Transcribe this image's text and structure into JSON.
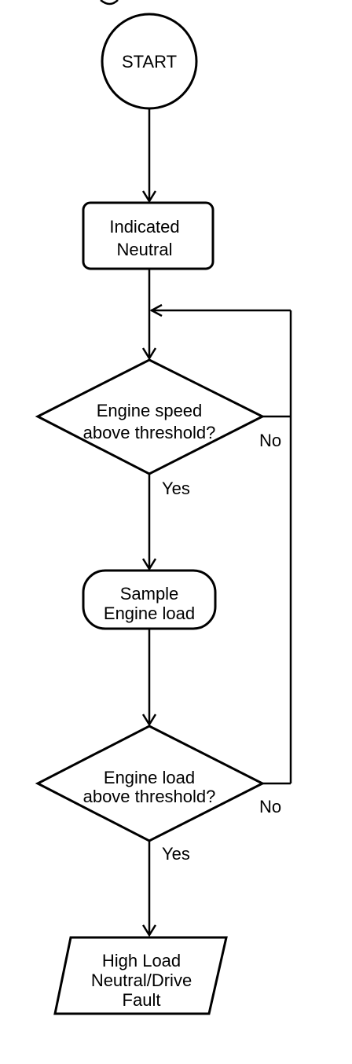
{
  "flowchart": {
    "start": {
      "label": "START"
    },
    "indicated": {
      "line1": "Indicated",
      "line2": "Neutral"
    },
    "speed_check": {
      "line1": "Engine speed",
      "line2": "above threshold?",
      "yes": "Yes",
      "no": "No"
    },
    "sample": {
      "line1": "Sample",
      "line2": "Engine load"
    },
    "load_check": {
      "line1": "Engine load",
      "line2": "above threshold?",
      "yes": "Yes",
      "no": "No"
    },
    "fault": {
      "line1": "High Load",
      "line2": "Neutral/Drive",
      "line3": "Fault"
    }
  }
}
